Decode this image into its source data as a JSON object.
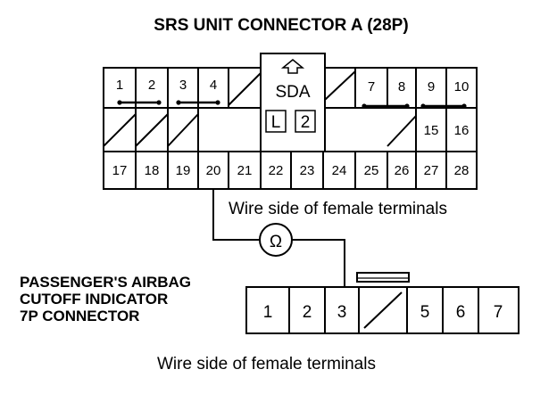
{
  "diagram": {
    "title": "SRS UNIT CONNECTOR A (28P)",
    "connector_a": {
      "top_pins": [
        "1",
        "2",
        "3",
        "4",
        "7",
        "8",
        "9",
        "10"
      ],
      "middle_pins": [
        "15",
        "16"
      ],
      "bottom_pins": [
        "17",
        "18",
        "19",
        "20",
        "21",
        "22",
        "23",
        "24",
        "25",
        "26",
        "27",
        "28"
      ],
      "center_label": "SDA",
      "center_small_labels": [
        "L",
        "2"
      ]
    },
    "caption_a": "Wire side of female terminals",
    "meter_symbol": "Ω",
    "connector_b_label": [
      "PASSENGER'S AIRBAG",
      "CUTOFF INDICATOR",
      "7P CONNECTOR"
    ],
    "connector_b_pins": [
      "1",
      "2",
      "3",
      "5",
      "6",
      "7"
    ],
    "caption_b": "Wire side of female terminals"
  }
}
